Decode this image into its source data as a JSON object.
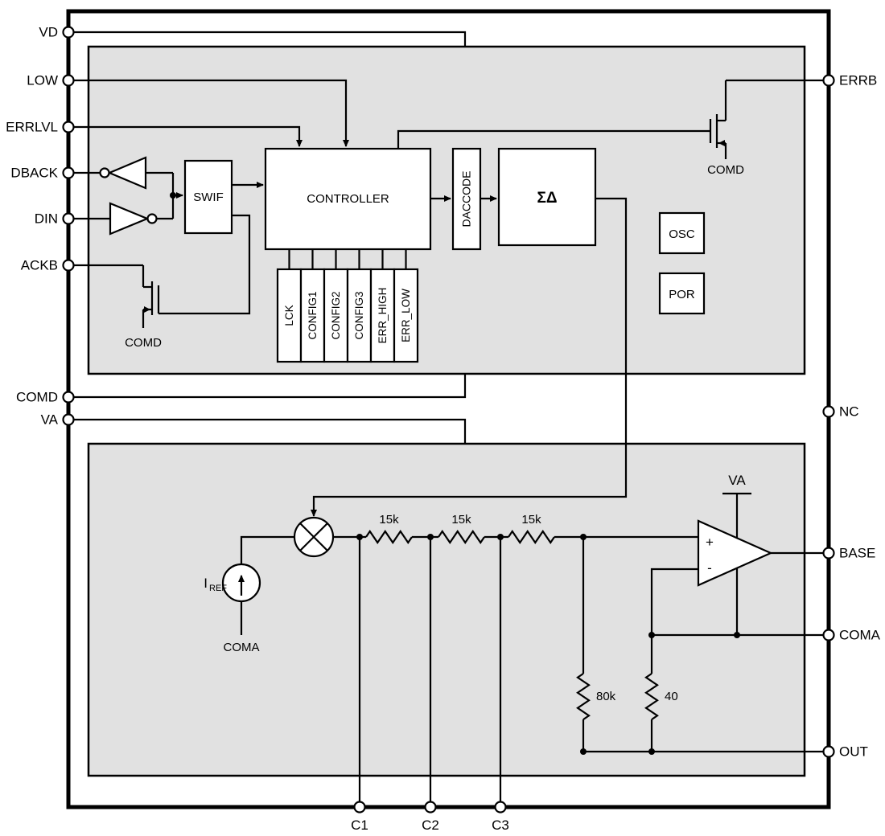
{
  "pins": {
    "left": [
      "VD",
      "LOW",
      "ERRLVL",
      "DBACK",
      "DIN",
      "ACKB",
      "COMD",
      "VA"
    ],
    "right": [
      "ERRB",
      "NC",
      "BASE",
      "COMA",
      "OUT"
    ],
    "bottom": [
      "C1",
      "C2",
      "C3"
    ]
  },
  "blocks": {
    "swif": "SWIF",
    "controller": "CONTROLLER",
    "daccode": "DACCODE",
    "sigma_delta": "ΣΔ",
    "osc": "OSC",
    "por": "POR"
  },
  "registers": [
    "LCK",
    "CONFIG1",
    "CONFIG2",
    "CONFIG3",
    "ERR_HIGH",
    "ERR_LOW"
  ],
  "labels": {
    "fet_top_source": "COMD",
    "fet_left_source": "COMD",
    "current_source_ref": "COMA",
    "opamp_supply": "VA",
    "iref_symbol": "I",
    "iref_subscript": "REF",
    "r1": "15k",
    "r2": "15k",
    "r3": "15k",
    "r_feedback": "80k",
    "r_sense": "40",
    "opamp_plus": "+",
    "opamp_minus": "-"
  },
  "colors": {
    "section_fill": "#e1e1e1",
    "wire": "#000000"
  }
}
